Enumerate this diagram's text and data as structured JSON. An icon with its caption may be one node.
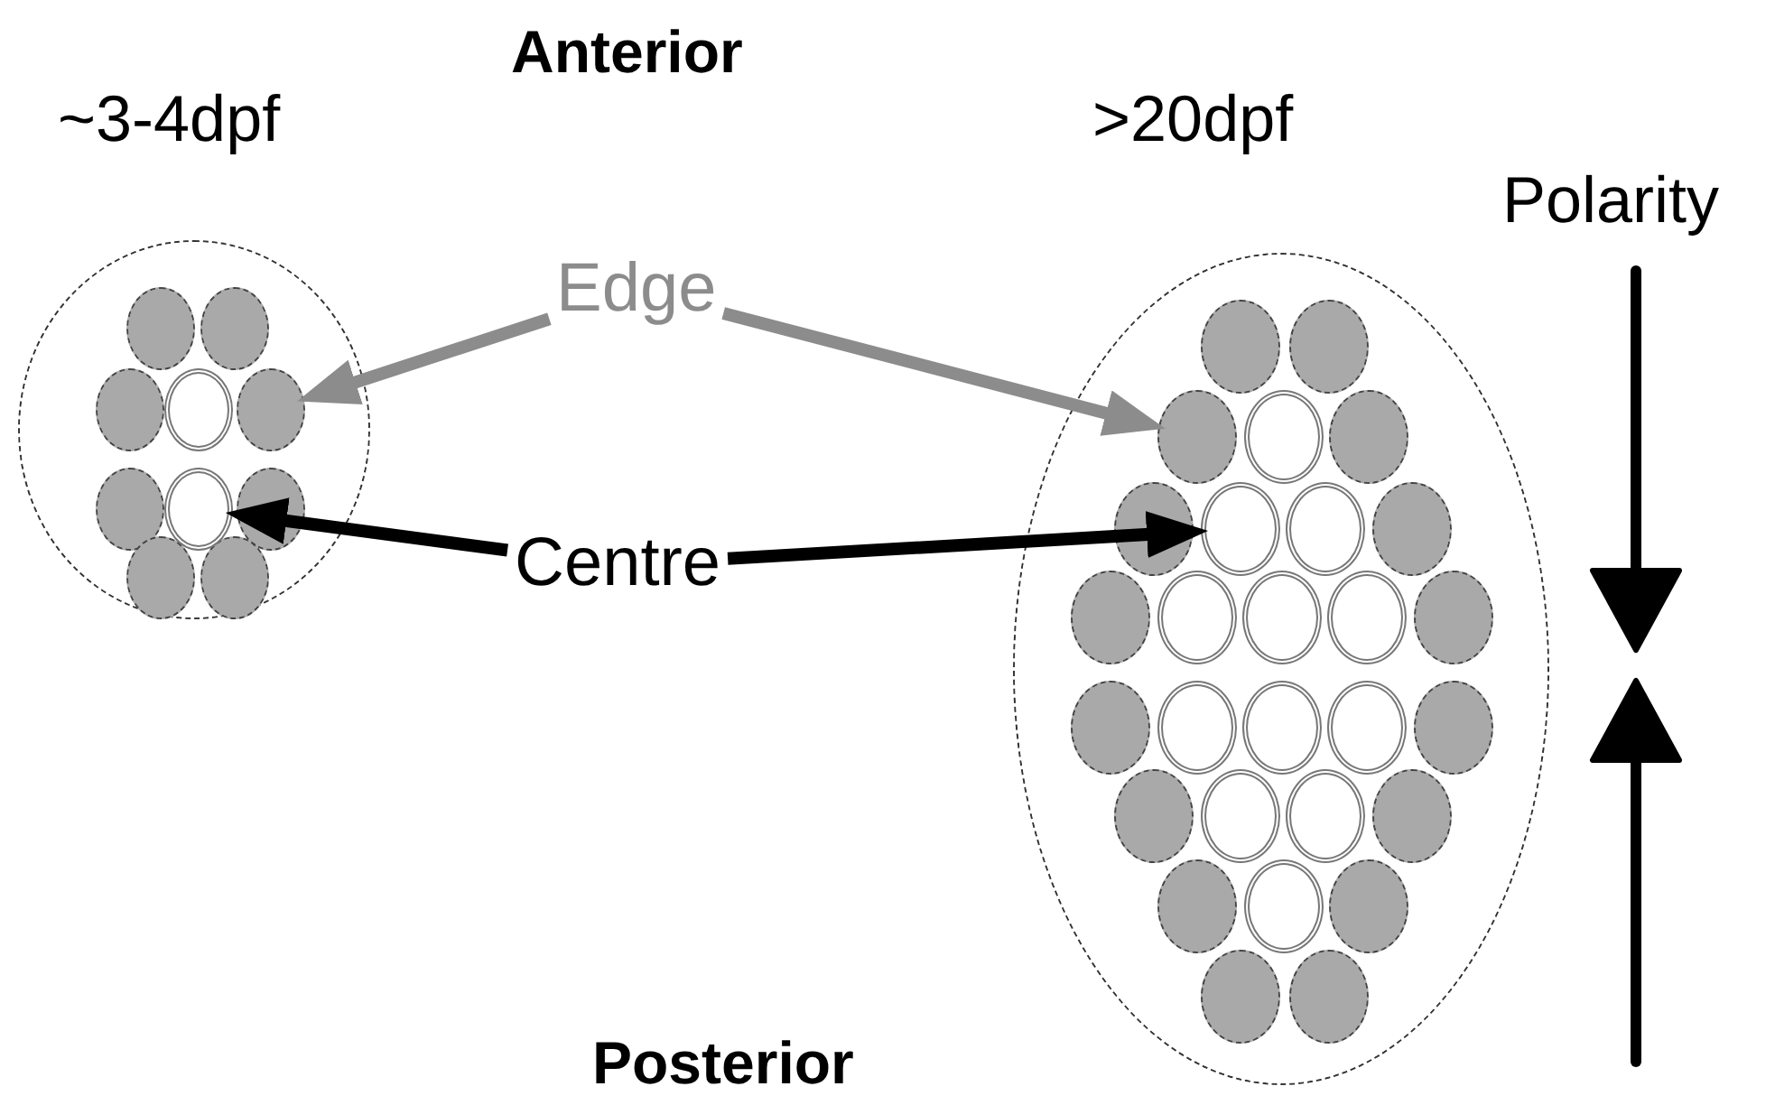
{
  "diagram": {
    "nodes": [
      {
        "text": [],
        "shape": "ellipse",
        "beside": [
          "~3-4dpf"
        ]
      },
      {
        "text": [],
        "shape": "ellipse",
        "beside": [
          ">20dpf"
        ]
      },
      {
        "text": [
          "Edge"
        ]
      },
      {
        "text": [
          "Centre"
        ]
      },
      {
        "text": [],
        "shape": "ellipse",
        "in": 0
      },
      {
        "text": [],
        "shape": "ellipse",
        "in": 0
      },
      {
        "text": [],
        "shape": "ellipse",
        "in": 1
      },
      {
        "text": [],
        "shape": "ellipse",
        "in": 1
      }
    ],
    "edges": [
      {
        "from": 2,
        "to": 4,
        "arrow": "to",
        "color": "#8c8c8c"
      },
      {
        "from": 2,
        "to": 6,
        "arrow": "to",
        "color": "#8c8c8c"
      },
      {
        "from": 3,
        "to": 5,
        "arrow": "to",
        "color": "#000000"
      },
      {
        "from": 3,
        "to": 7,
        "arrow": "to",
        "color": "#000000"
      }
    ],
    "labels": [
      "Anterior",
      "Polarity",
      "Posterior"
    ]
  }
}
